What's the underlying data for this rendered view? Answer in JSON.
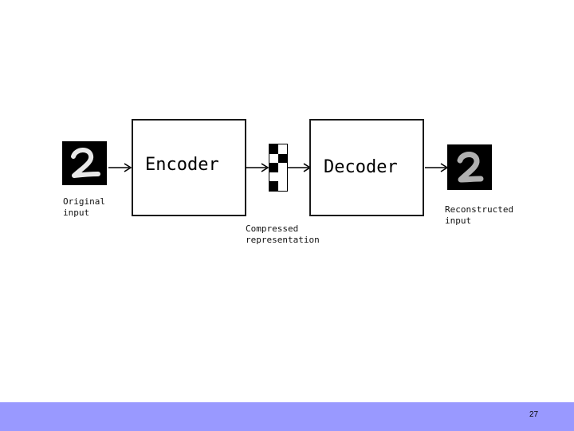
{
  "diagram": {
    "input_caption": [
      "Original",
      "input"
    ],
    "encoder_label": "Encoder",
    "code_caption": [
      "Compressed",
      "representation"
    ],
    "decoder_label": "Decoder",
    "output_caption": [
      "Reconstructed",
      "input"
    ],
    "input_digit": "2",
    "output_digit": "2",
    "code_pattern": [
      1,
      0,
      0,
      1,
      1,
      0,
      0,
      0,
      1,
      0
    ]
  },
  "footer": {
    "page_number": "27",
    "color": "#9999ff"
  }
}
